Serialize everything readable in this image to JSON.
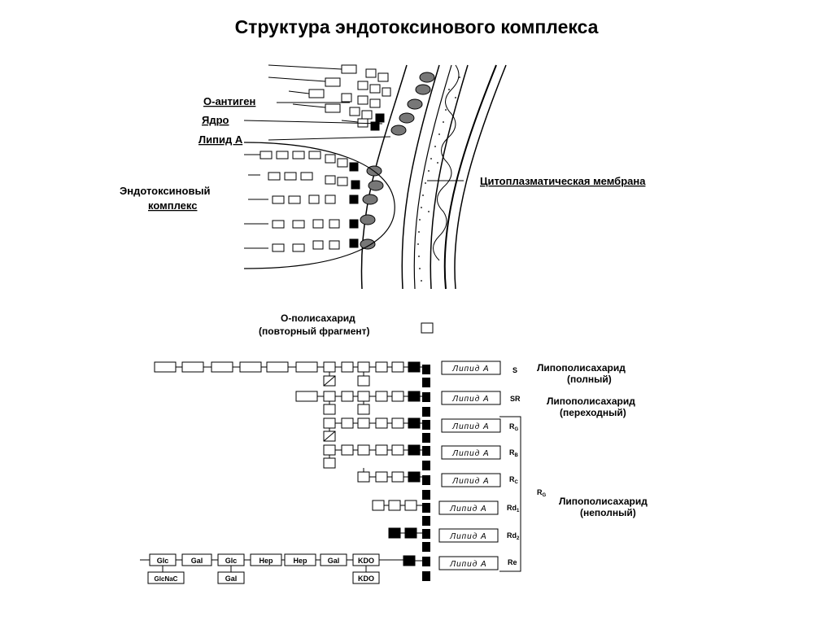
{
  "title": "Структура эндотоксинового комплекса",
  "illustration": {
    "o_antigen": "О-антиген",
    "core": "Ядро",
    "lipid_a": "Липид А",
    "complex_line1": "Эндотоксиновый",
    "complex_line2": "комплекс",
    "membrane": "Цитоплазматическая мембрана"
  },
  "legend": {
    "line1": "О-полисахарид",
    "line2": "(повторный фрагмент)"
  },
  "box_label": "Липид А",
  "rows": [
    {
      "code": "S",
      "left": 0,
      "sub": "none"
    },
    {
      "code": "SR",
      "left": 0,
      "sub": "none"
    },
    {
      "code": "R",
      "sub": "G",
      "left": 0
    },
    {
      "code": "R",
      "sub": "B",
      "left": 0
    },
    {
      "code": "R",
      "sub": "C",
      "left": 0
    },
    {
      "code": "Rd",
      "sub": "1",
      "left": 0
    },
    {
      "code": "Rd",
      "sub": "2",
      "left": 0
    },
    {
      "code": "Re",
      "sub": "",
      "left": 0
    }
  ],
  "groups": {
    "full_line1": "Липополисахарид",
    "full_line2": "(полный)",
    "transitional_line1": "Липополисахарид",
    "transitional_line2": "(переходный)",
    "incomplete_line1": "Липополисахарид",
    "incomplete_line2": "(неполный)",
    "rg_code": "R",
    "rg_sub": "G"
  },
  "sugars": {
    "top": [
      "Glc",
      "Gal",
      "Glc",
      "Hep",
      "Hep",
      "Gal",
      "KDO"
    ],
    "bottom": [
      "GlcNaC",
      "Gal",
      "KDO"
    ]
  }
}
